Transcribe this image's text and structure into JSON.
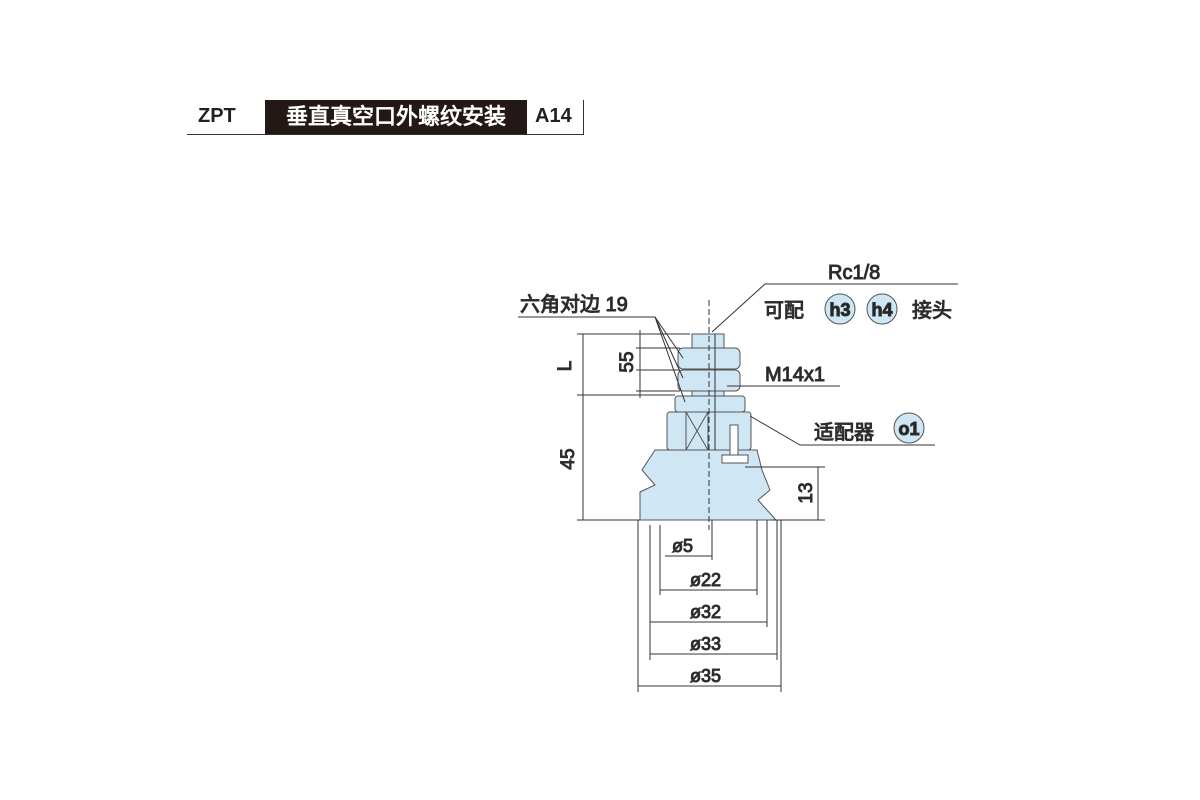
{
  "header": {
    "series": "ZPT",
    "title": "垂直真空口外螺纹安装",
    "code": "A14"
  },
  "colors": {
    "part_fill": "#cfe6f5",
    "badge_fill": "#cfe6f5",
    "line": "#333333"
  },
  "labels": {
    "port": "Rc1/8",
    "fitting_prefix": "可配",
    "fitting_h3": "h3",
    "fitting_h4": "h4",
    "fitting_suffix": "接头",
    "hex": "六角对边 19",
    "thread": "M14x1",
    "adapter": "适配器",
    "adapter_badge": "o1"
  },
  "dimensions": {
    "L": "L",
    "d55": "55",
    "d45": "45",
    "d13": "13",
    "dia5": "ø5",
    "dia22": "ø22",
    "dia32": "ø32",
    "dia33": "ø33",
    "dia35": "ø35"
  }
}
